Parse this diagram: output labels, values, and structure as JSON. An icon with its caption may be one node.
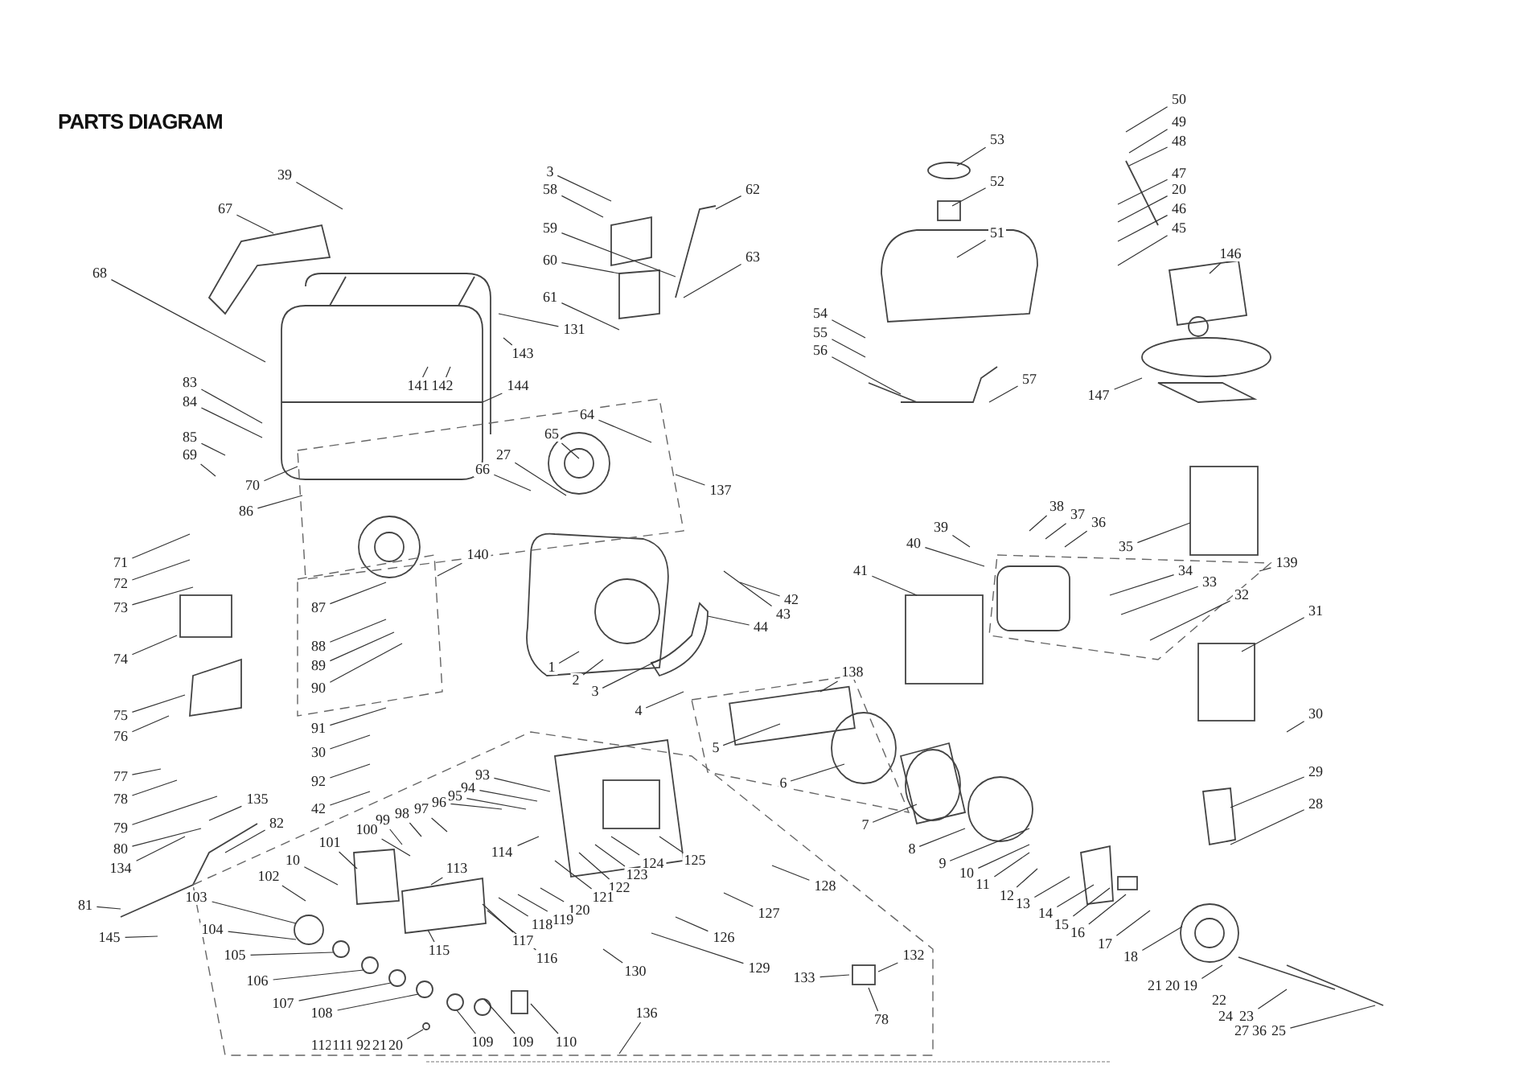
{
  "diagram": {
    "title": "PARTS DIAGRAM",
    "nodes": [
      {
        "text": [
          "39"
        ]
      },
      {
        "text": [
          "67"
        ]
      },
      {
        "text": [
          "68"
        ]
      },
      {
        "text": [
          "83"
        ]
      },
      {
        "text": [
          "84"
        ]
      },
      {
        "text": [
          "85"
        ]
      },
      {
        "text": [
          "69"
        ]
      },
      {
        "text": [
          "70"
        ]
      },
      {
        "text": [
          "86"
        ]
      },
      {
        "text": [
          "141"
        ]
      },
      {
        "text": [
          "142"
        ]
      },
      {
        "text": [
          "3"
        ]
      },
      {
        "text": [
          "58"
        ]
      },
      {
        "text": [
          "59"
        ]
      },
      {
        "text": [
          "60"
        ]
      },
      {
        "text": [
          "61"
        ]
      },
      {
        "text": [
          "131"
        ]
      },
      {
        "text": [
          "143"
        ]
      },
      {
        "text": [
          "144"
        ]
      },
      {
        "text": [
          "62"
        ]
      },
      {
        "text": [
          "63"
        ]
      },
      {
        "text": [
          "53"
        ]
      },
      {
        "text": [
          "52"
        ]
      },
      {
        "text": [
          "51"
        ]
      },
      {
        "text": [
          "50"
        ]
      },
      {
        "text": [
          "49"
        ]
      },
      {
        "text": [
          "48"
        ]
      },
      {
        "text": [
          "47"
        ]
      },
      {
        "text": [
          "20"
        ]
      },
      {
        "text": [
          "46"
        ]
      },
      {
        "text": [
          "45"
        ]
      },
      {
        "text": [
          "146"
        ]
      },
      {
        "text": [
          "54"
        ]
      },
      {
        "text": [
          "55"
        ]
      },
      {
        "text": [
          "56"
        ]
      },
      {
        "text": [
          "57"
        ]
      },
      {
        "text": [
          "147"
        ]
      },
      {
        "text": [
          "64"
        ]
      },
      {
        "text": [
          "65"
        ]
      },
      {
        "text": [
          "27"
        ]
      },
      {
        "text": [
          "66"
        ]
      },
      {
        "text": [
          "137"
        ]
      },
      {
        "text": [
          "71"
        ]
      },
      {
        "text": [
          "72"
        ]
      },
      {
        "text": [
          "140"
        ]
      },
      {
        "text": [
          "38"
        ]
      },
      {
        "text": [
          "37"
        ]
      },
      {
        "text": [
          "36"
        ]
      },
      {
        "text": [
          "39"
        ]
      },
      {
        "text": [
          "40"
        ]
      },
      {
        "text": [
          "41"
        ]
      },
      {
        "text": [
          "35"
        ]
      },
      {
        "text": [
          "139"
        ]
      },
      {
        "text": [
          "34"
        ]
      },
      {
        "text": [
          "33"
        ]
      },
      {
        "text": [
          "32"
        ]
      },
      {
        "text": [
          "73"
        ]
      },
      {
        "text": [
          "87"
        ]
      },
      {
        "text": [
          "42"
        ]
      },
      {
        "text": [
          "43"
        ]
      },
      {
        "text": [
          "44"
        ]
      },
      {
        "text": [
          "31"
        ]
      },
      {
        "text": [
          "88"
        ]
      },
      {
        "text": [
          "74"
        ]
      },
      {
        "text": [
          "89"
        ]
      },
      {
        "text": [
          "1"
        ]
      },
      {
        "text": [
          "138"
        ]
      },
      {
        "text": [
          "2"
        ]
      },
      {
        "text": [
          "90"
        ]
      },
      {
        "text": [
          "3"
        ]
      },
      {
        "text": [
          "4"
        ]
      },
      {
        "text": [
          "30"
        ]
      },
      {
        "text": [
          "75"
        ]
      },
      {
        "text": [
          "91"
        ]
      },
      {
        "text": [
          "76"
        ]
      },
      {
        "text": [
          "5"
        ]
      },
      {
        "text": [
          "30"
        ]
      },
      {
        "text": [
          "29"
        ]
      },
      {
        "text": [
          "77"
        ]
      },
      {
        "text": [
          "92"
        ]
      },
      {
        "text": [
          "6"
        ]
      },
      {
        "text": [
          "135"
        ]
      },
      {
        "text": [
          "78"
        ]
      },
      {
        "text": [
          "28"
        ]
      },
      {
        "text": [
          "42"
        ]
      },
      {
        "text": [
          "82"
        ]
      },
      {
        "text": [
          "7"
        ]
      },
      {
        "text": [
          "79"
        ]
      },
      {
        "text": [
          "94"
        ]
      },
      {
        "text": [
          "95"
        ]
      },
      {
        "text": [
          "96"
        ]
      },
      {
        "text": [
          "97"
        ]
      },
      {
        "text": [
          "98"
        ]
      },
      {
        "text": [
          "99"
        ]
      },
      {
        "text": [
          "100"
        ]
      },
      {
        "text": [
          "101"
        ]
      },
      {
        "text": [
          "114"
        ]
      },
      {
        "text": [
          "8"
        ]
      },
      {
        "text": [
          "80"
        ]
      },
      {
        "text": [
          "10"
        ]
      },
      {
        "text": [
          "125"
        ]
      },
      {
        "text": [
          "9"
        ]
      },
      {
        "text": [
          "113"
        ]
      },
      {
        "text": [
          "124"
        ]
      },
      {
        "text": [
          "134"
        ]
      },
      {
        "text": [
          "10"
        ]
      },
      {
        "text": [
          "123"
        ]
      },
      {
        "text": [
          "102"
        ]
      },
      {
        "text": [
          "11"
        ]
      },
      {
        "text": [
          "128"
        ]
      },
      {
        "text": [
          "122"
        ]
      },
      {
        "text": [
          "12"
        ]
      },
      {
        "text": [
          "121"
        ]
      },
      {
        "text": [
          "103"
        ]
      },
      {
        "text": [
          "13"
        ]
      },
      {
        "text": [
          "81"
        ]
      },
      {
        "text": [
          "120"
        ]
      },
      {
        "text": [
          "127"
        ]
      },
      {
        "text": [
          "14"
        ]
      },
      {
        "text": [
          "119"
        ]
      },
      {
        "text": [
          "118"
        ]
      },
      {
        "text": [
          "15"
        ]
      },
      {
        "text": [
          "16"
        ]
      },
      {
        "text": [
          "145"
        ]
      },
      {
        "text": [
          "117"
        ]
      },
      {
        "text": [
          "126"
        ]
      },
      {
        "text": [
          "104"
        ]
      },
      {
        "text": [
          "17"
        ]
      },
      {
        "text": [
          "105"
        ]
      },
      {
        "text": [
          "116"
        ]
      },
      {
        "text": [
          "18"
        ]
      },
      {
        "text": [
          "106"
        ]
      },
      {
        "text": [
          "107"
        ]
      },
      {
        "text": [
          "115"
        ]
      },
      {
        "text": [
          "132"
        ]
      },
      {
        "text": [
          "129"
        ]
      },
      {
        "text": [
          "130"
        ]
      },
      {
        "text": [
          "108"
        ]
      },
      {
        "text": [
          "133"
        ]
      },
      {
        "text": [
          "109"
        ]
      },
      {
        "text": [
          "21"
        ]
      },
      {
        "text": [
          "20"
        ]
      },
      {
        "text": [
          "19"
        ]
      },
      {
        "text": [
          "109"
        ]
      },
      {
        "text": [
          "22"
        ]
      },
      {
        "text": [
          "110"
        ]
      },
      {
        "text": [
          "24"
        ]
      },
      {
        "text": [
          "23"
        ]
      },
      {
        "text": [
          "78"
        ]
      },
      {
        "text": [
          "136"
        ]
      },
      {
        "text": [
          "112"
        ]
      },
      {
        "text": [
          "111"
        ]
      },
      {
        "text": [
          "92"
        ]
      },
      {
        "text": [
          "21"
        ]
      },
      {
        "text": [
          "20"
        ]
      },
      {
        "text": [
          "27"
        ]
      },
      {
        "text": [
          "36"
        ]
      },
      {
        "text": [
          "25"
        ]
      },
      {
        "text": [
          "93"
        ]
      }
    ],
    "edges": [
      {
        "from": 0,
        "to": null,
        "arrow": "none"
      },
      {
        "from": 1,
        "to": null,
        "arrow": "none"
      },
      {
        "from": 2,
        "to": null,
        "arrow": "none"
      },
      {
        "from": 3,
        "to": null,
        "arrow": "none"
      },
      {
        "from": 4,
        "to": null,
        "arrow": "none"
      },
      {
        "from": 5,
        "to": null,
        "arrow": "none"
      },
      {
        "from": 6,
        "to": null,
        "arrow": "none"
      },
      {
        "from": 7,
        "to": null,
        "arrow": "none"
      },
      {
        "from": 8,
        "to": null,
        "arrow": "none"
      },
      {
        "from": 9,
        "to": null,
        "arrow": "none"
      },
      {
        "from": 10,
        "to": null,
        "arrow": "none"
      },
      {
        "from": 11,
        "to": null,
        "arrow": "none"
      },
      {
        "from": 12,
        "to": null,
        "arrow": "none"
      },
      {
        "from": 13,
        "to": null,
        "arrow": "none"
      },
      {
        "from": 14,
        "to": null,
        "arrow": "none"
      },
      {
        "from": 15,
        "to": null,
        "arrow": "none"
      },
      {
        "from": 16,
        "to": null,
        "arrow": "none"
      },
      {
        "from": 17,
        "to": null,
        "arrow": "none"
      },
      {
        "from": 18,
        "to": null,
        "arrow": "none"
      },
      {
        "from": 19,
        "to": null,
        "arrow": "none"
      },
      {
        "from": 20,
        "to": null,
        "arrow": "none"
      },
      {
        "from": 21,
        "to": null,
        "arrow": "none"
      },
      {
        "from": 22,
        "to": null,
        "arrow": "none"
      },
      {
        "from": 23,
        "to": null,
        "arrow": "none"
      },
      {
        "from": 24,
        "to": null,
        "arrow": "none"
      },
      {
        "from": 25,
        "to": null,
        "arrow": "none"
      },
      {
        "from": 26,
        "to": null,
        "arrow": "none"
      },
      {
        "from": 27,
        "to": null,
        "arrow": "none"
      },
      {
        "from": 28,
        "to": null,
        "arrow": "none"
      },
      {
        "from": 29,
        "to": null,
        "arrow": "none"
      },
      {
        "from": 30,
        "to": null,
        "arrow": "none"
      },
      {
        "from": 31,
        "to": null,
        "arrow": "none"
      },
      {
        "from": 32,
        "to": null,
        "arrow": "none"
      },
      {
        "from": 33,
        "to": null,
        "arrow": "none"
      },
      {
        "from": 34,
        "to": null,
        "arrow": "none"
      },
      {
        "from": 35,
        "to": null,
        "arrow": "none"
      },
      {
        "from": 36,
        "to": null,
        "arrow": "none"
      },
      {
        "from": 37,
        "to": null,
        "arrow": "none"
      },
      {
        "from": 38,
        "to": null,
        "arrow": "none"
      },
      {
        "from": 39,
        "to": null,
        "arrow": "none"
      },
      {
        "from": 40,
        "to": null,
        "arrow": "none"
      },
      {
        "from": 41,
        "to": null,
        "arrow": "none"
      },
      {
        "from": 42,
        "to": null,
        "arrow": "none"
      },
      {
        "from": 43,
        "to": null,
        "arrow": "none"
      },
      {
        "from": 44,
        "to": null,
        "arrow": "none"
      },
      {
        "from": 45,
        "to": null,
        "arrow": "none"
      },
      {
        "from": 46,
        "to": null,
        "arrow": "none"
      },
      {
        "from": 47,
        "to": null,
        "arrow": "none"
      },
      {
        "from": 48,
        "to": null,
        "arrow": "none"
      },
      {
        "from": 49,
        "to": null,
        "arrow": "none"
      },
      {
        "from": 50,
        "to": null,
        "arrow": "none"
      },
      {
        "from": 51,
        "to": null,
        "arrow": "none"
      },
      {
        "from": 52,
        "to": null,
        "arrow": "none"
      },
      {
        "from": 53,
        "to": null,
        "arrow": "none"
      },
      {
        "from": 54,
        "to": null,
        "arrow": "none"
      },
      {
        "from": 55,
        "to": null,
        "arrow": "none"
      },
      {
        "from": 56,
        "to": null,
        "arrow": "none"
      },
      {
        "from": 57,
        "to": null,
        "arrow": "none"
      },
      {
        "from": 58,
        "to": null,
        "arrow": "none"
      },
      {
        "from": 59,
        "to": null,
        "arrow": "none"
      },
      {
        "from": 60,
        "to": null,
        "arrow": "none"
      },
      {
        "from": 61,
        "to": null,
        "arrow": "none"
      },
      {
        "from": 62,
        "to": null,
        "arrow": "none"
      },
      {
        "from": 63,
        "to": null,
        "arrow": "none"
      },
      {
        "from": 64,
        "to": null,
        "arrow": "none"
      },
      {
        "from": 65,
        "to": null,
        "arrow": "none"
      },
      {
        "from": 66,
        "to": null,
        "arrow": "none"
      },
      {
        "from": 67,
        "to": null,
        "arrow": "none"
      },
      {
        "from": 68,
        "to": null,
        "arrow": "none"
      },
      {
        "from": 69,
        "to": null,
        "arrow": "none"
      },
      {
        "from": 70,
        "to": null,
        "arrow": "none"
      },
      {
        "from": 71,
        "to": null,
        "arrow": "none"
      },
      {
        "from": 72,
        "to": null,
        "arrow": "none"
      },
      {
        "from": 73,
        "to": null,
        "arrow": "none"
      },
      {
        "from": 74,
        "to": null,
        "arrow": "none"
      },
      {
        "from": 75,
        "to": null,
        "arrow": "none"
      },
      {
        "from": 76,
        "to": null,
        "arrow": "none"
      },
      {
        "from": 77,
        "to": null,
        "arrow": "none"
      },
      {
        "from": 78,
        "to": null,
        "arrow": "none"
      },
      {
        "from": 79,
        "to": null,
        "arrow": "none"
      },
      {
        "from": 80,
        "to": null,
        "arrow": "none"
      },
      {
        "from": 81,
        "to": null,
        "arrow": "none"
      },
      {
        "from": 82,
        "to": null,
        "arrow": "none"
      },
      {
        "from": 83,
        "to": null,
        "arrow": "none"
      },
      {
        "from": 84,
        "to": null,
        "arrow": "none"
      },
      {
        "from": 85,
        "to": null,
        "arrow": "none"
      },
      {
        "from": 86,
        "to": null,
        "arrow": "none"
      },
      {
        "from": 87,
        "to": null,
        "arrow": "none"
      },
      {
        "from": 88,
        "to": null,
        "arrow": "none"
      },
      {
        "from": 89,
        "to": null,
        "arrow": "none"
      },
      {
        "from": 90,
        "to": null,
        "arrow": "none"
      },
      {
        "from": 91,
        "to": null,
        "arrow": "none"
      },
      {
        "from": 92,
        "to": null,
        "arrow": "none"
      },
      {
        "from": 93,
        "to": null,
        "arrow": "none"
      },
      {
        "from": 94,
        "to": null,
        "arrow": "none"
      },
      {
        "from": 95,
        "to": null,
        "arrow": "none"
      },
      {
        "from": 96,
        "to": null,
        "arrow": "none"
      },
      {
        "from": 97,
        "to": null,
        "arrow": "none"
      },
      {
        "from": 98,
        "to": null,
        "arrow": "none"
      },
      {
        "from": 99,
        "to": null,
        "arrow": "none"
      },
      {
        "from": 100,
        "to": null,
        "arrow": "none"
      },
      {
        "from": 101,
        "to": null,
        "arrow": "none"
      },
      {
        "from": 102,
        "to": null,
        "arrow": "none"
      },
      {
        "from": 103,
        "to": null,
        "arrow": "none"
      },
      {
        "from": 104,
        "to": null,
        "arrow": "none"
      },
      {
        "from": 105,
        "to": null,
        "arrow": "none"
      },
      {
        "from": 106,
        "to": null,
        "arrow": "none"
      },
      {
        "from": 107,
        "to": null,
        "arrow": "none"
      },
      {
        "from": 108,
        "to": null,
        "arrow": "none"
      },
      {
        "from": 109,
        "to": null,
        "arrow": "none"
      },
      {
        "from": 110,
        "to": null,
        "arrow": "none"
      },
      {
        "from": 111,
        "to": null,
        "arrow": "none"
      },
      {
        "from": 112,
        "to": null,
        "arrow": "none"
      },
      {
        "from": 113,
        "to": null,
        "arrow": "none"
      },
      {
        "from": 114,
        "to": null,
        "arrow": "none"
      },
      {
        "from": 115,
        "to": null,
        "arrow": "none"
      },
      {
        "from": 116,
        "to": null,
        "arrow": "none"
      },
      {
        "from": 117,
        "to": null,
        "arrow": "none"
      },
      {
        "from": 118,
        "to": null,
        "arrow": "none"
      },
      {
        "from": 119,
        "to": null,
        "arrow": "none"
      },
      {
        "from": 120,
        "to": null,
        "arrow": "none"
      },
      {
        "from": 121,
        "to": null,
        "arrow": "none"
      },
      {
        "from": 122,
        "to": null,
        "arrow": "none"
      },
      {
        "from": 123,
        "to": null,
        "arrow": "none"
      },
      {
        "from": 124,
        "to": null,
        "arrow": "none"
      },
      {
        "from": 125,
        "to": null,
        "arrow": "none"
      },
      {
        "from": 126,
        "to": null,
        "arrow": "none"
      },
      {
        "from": 127,
        "to": null,
        "arrow": "none"
      },
      {
        "from": 128,
        "to": null,
        "arrow": "none"
      },
      {
        "from": 129,
        "to": null,
        "arrow": "none"
      },
      {
        "from": 130,
        "to": null,
        "arrow": "none"
      },
      {
        "from": 131,
        "to": null,
        "arrow": "none"
      },
      {
        "from": 132,
        "to": null,
        "arrow": "none"
      },
      {
        "from": 133,
        "to": null,
        "arrow": "none"
      },
      {
        "from": 134,
        "to": null,
        "arrow": "none"
      },
      {
        "from": 135,
        "to": null,
        "arrow": "none"
      },
      {
        "from": 136,
        "to": null,
        "arrow": "none"
      },
      {
        "from": 137,
        "to": null,
        "arrow": "none"
      },
      {
        "from": 138,
        "to": null,
        "arrow": "none"
      },
      {
        "from": 139,
        "to": null,
        "arrow": "none"
      },
      {
        "from": 142,
        "to": null,
        "arrow": "none"
      },
      {
        "from": 143,
        "to": null,
        "arrow": "none"
      },
      {
        "from": 145,
        "to": null,
        "arrow": "none"
      },
      {
        "from": 147,
        "to": null,
        "arrow": "none"
      },
      {
        "from": 148,
        "to": null,
        "arrow": "none"
      },
      {
        "from": 149,
        "to": null,
        "arrow": "none"
      },
      {
        "from": 154,
        "to": null,
        "arrow": "none"
      },
      {
        "from": 157,
        "to": null,
        "arrow": "none"
      },
      {
        "from": 158,
        "to": null,
        "arrow": "none"
      }
    ]
  }
}
